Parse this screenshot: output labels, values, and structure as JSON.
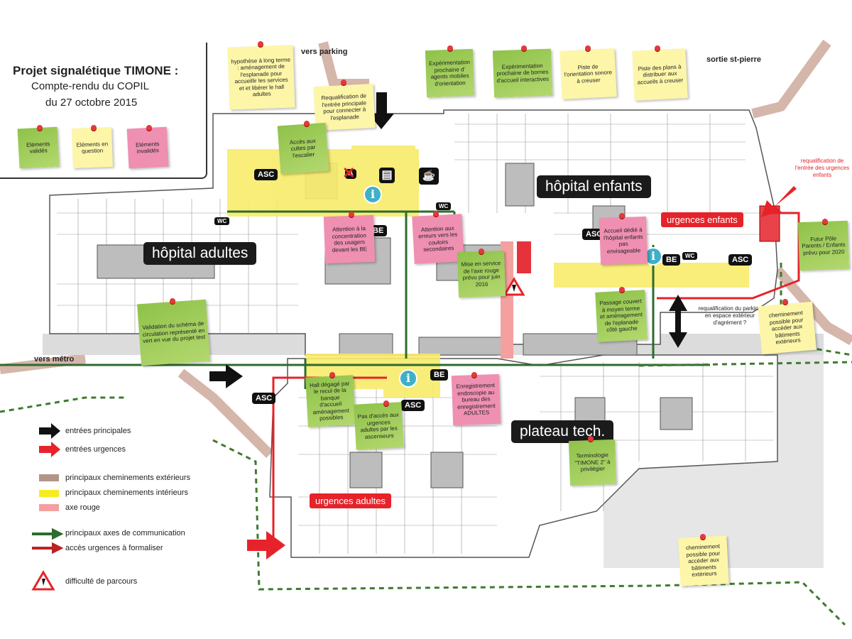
{
  "title": {
    "line1": "Projet signalétique TIMONE :",
    "line2": "Compte-rendu du COPIL",
    "line3": "du 27 octobre 2015"
  },
  "status_key": {
    "validated": "Eléments validés",
    "in_question": "Eléments en question",
    "invalidated": "Eléments invalidés"
  },
  "buildings": {
    "adults": "hôpital adultes",
    "children": "hôpital enfants",
    "tech": "plateau tech."
  },
  "emergencies": {
    "children": "urgences enfants",
    "adults": "urgences adultes"
  },
  "map_labels": {
    "parking": "vers parking",
    "metro": "vers métro",
    "exit_st_pierre": "sortie st-pierre",
    "children_emergency_requal": "requalification de l'entrée des urgences enfants",
    "parking_requal": "requalification du parking en espace extérieur d'agrément ?"
  },
  "badges": {
    "asc": "ASC",
    "be": "BE",
    "wc": "WC",
    "info": "i",
    "no_entry": "A"
  },
  "notes": {
    "n1": "hypothèse à long terme : aménagement de l'esplanade pour accueillir les services et et libérer le hall adultes",
    "n2": "Requalification de l'entrée principale pour connecter à l'esplanade",
    "n3": "Expérimentation prochaine d' agents mobiles d'orientation",
    "n4": "Expérimentation prochaine de bornes d'accueil interactives",
    "n5": "Piste de l'orientation sonore à creuser",
    "n6": "Piste des plans à distribuer aux accueils à creuser",
    "n7": "Accès aux cultes par l'escalier",
    "n8": "Attention à la concentration des usagers devant les BE",
    "n9": "Attention aux erreurs vers les couloirs secondaires",
    "n10": "Mise en service de l'axe rouge prévu pour juin 2016",
    "n11": "Accueil dédié à l'hôpital enfants pas envisageable",
    "n12": "Futur Pôle Parents / Enfants prévu pour 2020",
    "n13": "Passage couvert à moyen terme et aménagement de l'eplanade côté gauche",
    "n14": "cheminement possible pour accéder aux bâtiments extérieurs",
    "n15": "Validation du schéma de circulation représenté en vert en vue du projet test",
    "n16": "Hall dégagé par le recul de la banque d'accueil aménagement possibles",
    "n17": "Pas d'accès aux urgences adultes par les ascenseurs",
    "n18": "Enregistrement endoscopie au bureau des enregistrement ADULTES",
    "n19": "Terminologie \"TIMONE 2\" à privilégier",
    "n20": "cheminement possible pour accéder aux bâtiments extérieurs"
  },
  "legend": {
    "main_entrances": "entrées principales",
    "emergency_entrances": "entrées urgences",
    "exterior_paths": "principaux cheminements extérieurs",
    "interior_paths": "principaux cheminements intérieurs",
    "red_axis": "axe rouge",
    "communication_axes": "principaux axes de communication",
    "emergency_access": "accès urgences à formaliser",
    "difficulty": "difficulté de parcours"
  },
  "colors": {
    "green_note": "#9ccb56",
    "yellow_note": "#fdf6a8",
    "pink_note": "#ef8fb1",
    "exterior_path": "#c8a89c",
    "interior_path": "#f7ec6a",
    "red_axis": "#f4a0a0",
    "green_axis": "#2e6b2e",
    "red": "#e6232a"
  }
}
